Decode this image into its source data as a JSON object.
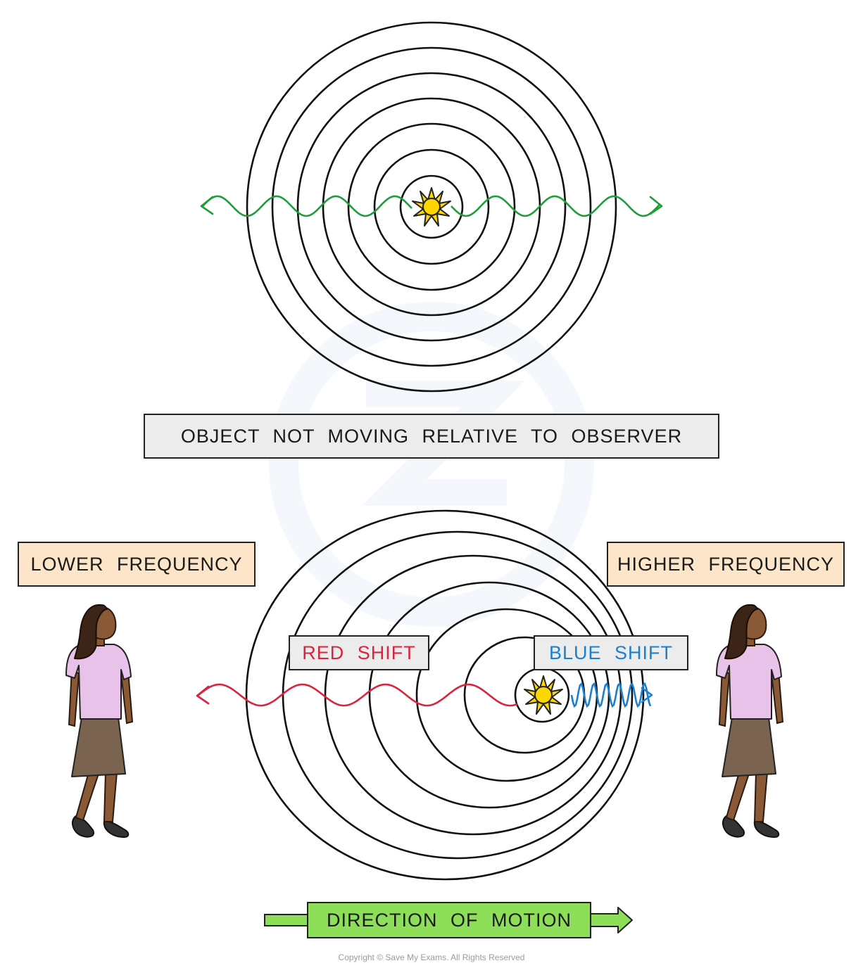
{
  "top_panel": {
    "caption": "OBJECT NOT MOVING RELATIVE TO OBSERVER"
  },
  "bottom_panel": {
    "left_caption": "LOWER FREQUENCY",
    "right_caption": "HIGHER FREQUENCY",
    "red_shift_label": "RED SHIFT",
    "blue_shift_label": "BLUE SHIFT",
    "motion_label": "DIRECTION OF MOTION"
  },
  "footer": {
    "copyright": "Copyright © Save My Exams. All Rights Reserved"
  },
  "colors": {
    "wave_green": "#1e9e3a",
    "wave_red": "#d9243f",
    "wave_blue": "#1a7fcf",
    "sun_yellow": "#ffd700",
    "label_grey": "#ececec",
    "label_peach": "#fde5c9",
    "arrow_green": "#8ddf5a",
    "shirt_pink": "#e9c2ea",
    "skirt_brown": "#7a6450",
    "skin": "#8a5a37",
    "hair": "#3d2418"
  }
}
